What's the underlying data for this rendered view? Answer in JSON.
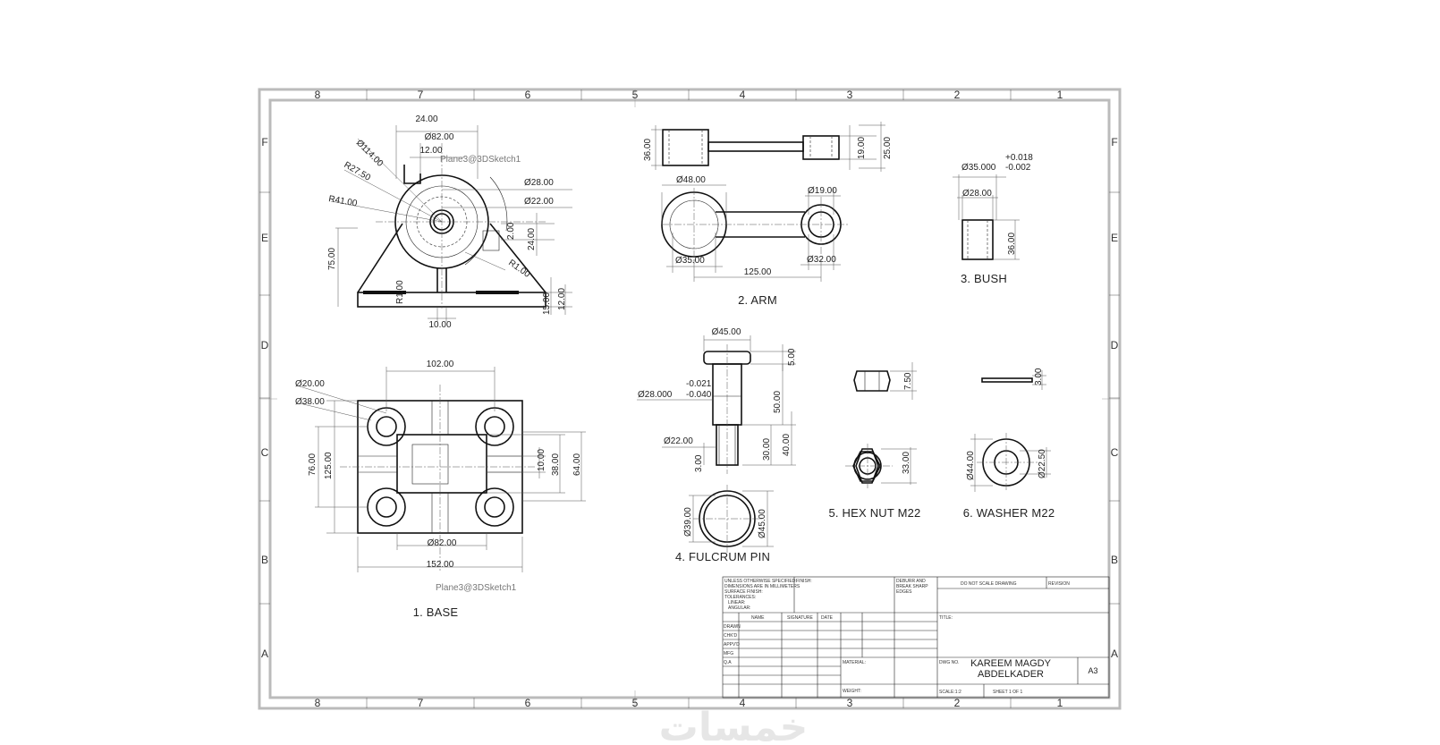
{
  "sheet": {
    "zones_top": [
      "8",
      "7",
      "6",
      "5",
      "4",
      "3",
      "2",
      "1"
    ],
    "zones_side": [
      "F",
      "E",
      "D",
      "C",
      "B",
      "A"
    ]
  },
  "views": {
    "base": {
      "caption": "1. BASE",
      "top_dims": [
        "24.00",
        "Ø82.00",
        "12.00",
        "Ø114.00",
        "R27.50",
        "R41.00",
        "Ø28.00",
        "Ø22.00",
        "2.00",
        "24.00",
        "75.00",
        "R1.00",
        "R1.00",
        "15.00",
        "12.00",
        "10.00"
      ],
      "plan_dims": [
        "102.00",
        "Ø20.00",
        "Ø38.00",
        "76.00",
        "125.00",
        "10.00",
        "38.00",
        "64.00",
        "Ø82.00",
        "152.00"
      ],
      "sketch_label_1": "Plane3@3DSketch1",
      "sketch_label_2": "Plane3@3DSketch1"
    },
    "arm": {
      "caption": "2. ARM",
      "dims": [
        "36.00",
        "19.00",
        "25.00",
        "Ø48.00",
        "Ø19.00",
        "Ø35.00",
        "125.00",
        "Ø32.00"
      ]
    },
    "bush": {
      "caption": "3. BUSH",
      "dims": [
        "Ø35.000",
        "+0.018",
        "-0.002",
        "Ø28.00",
        "36.00"
      ]
    },
    "pin": {
      "caption": "4. FULCRUM PIN",
      "dims": [
        "Ø45.00",
        "5.00",
        "-0.021",
        "Ø28.000",
        "-0.040",
        "50.00",
        "40.00",
        "30.00",
        "Ø22.00",
        "3.00",
        "Ø39.00",
        "Ø45.00"
      ]
    },
    "hexnut": {
      "caption": "5. HEX NUT M22",
      "dims": [
        "7.50",
        "33.00"
      ]
    },
    "washer": {
      "caption": "6. WASHER M22",
      "dims": [
        "3.00",
        "Ø44.00",
        "Ø22.50"
      ]
    }
  },
  "title_block": {
    "notes": [
      "UNLESS OTHERWISE SPECIFIED:",
      "DIMENSIONS ARE IN MILLIMETERS",
      "SURFACE FINISH:",
      "TOLERANCES:",
      "LINEAR:",
      "ANGULAR:"
    ],
    "finish": "FINISH:",
    "deburr": [
      "DEBURR AND",
      "BREAK SHARP",
      "EDGES"
    ],
    "do_not_scale": "DO NOT SCALE DRAWING",
    "revision": "REVISION",
    "headers": [
      "NAME",
      "SIGNATURE",
      "DATE"
    ],
    "roles": [
      "DRAWN",
      "CHK'D",
      "APPV'D",
      "MFG",
      "Q.A"
    ],
    "title_label": "TITLE:",
    "material": "MATERIAL:",
    "weight": "WEIGHT:",
    "dwg_no": "DWG NO.",
    "drawing_title": [
      "KAREEM MAGDY",
      "ABDELKADER"
    ],
    "size": "A3",
    "scale": "SCALE:1:2",
    "sheet_no": "SHEET 1 OF 1"
  },
  "watermark": "خمسات"
}
